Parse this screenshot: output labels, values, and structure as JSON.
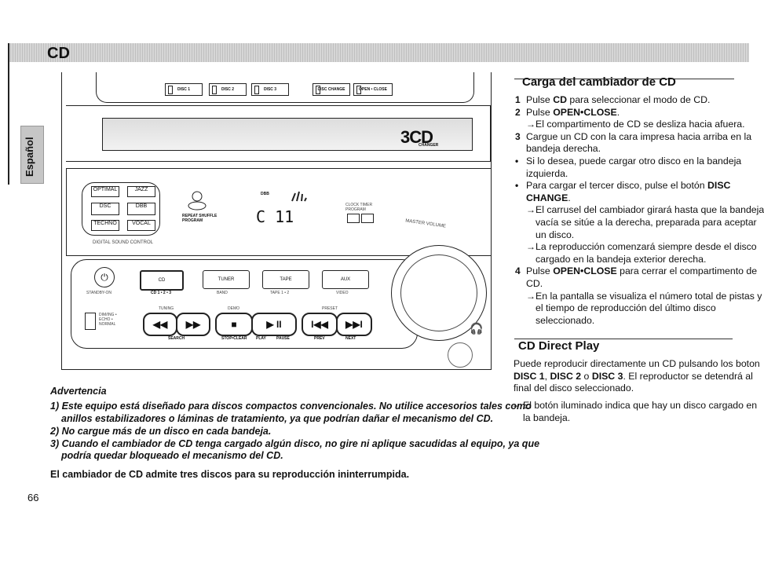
{
  "header": {
    "title": "CD",
    "language_tab": "Español"
  },
  "device": {
    "top_buttons": [
      "DISC 1",
      "DISC 2",
      "DISC 3",
      "DISC CHANGE",
      "OPEN • CLOSE"
    ],
    "logo": "3CD",
    "logo_sub": "CHANGER",
    "dsc_buttons": [
      "OPTIMAL",
      "JAZZ",
      "DSC",
      "DBB",
      "TECHNO",
      "VOCAL"
    ],
    "dsc_caption": "DIGITAL SOUND CONTROL",
    "repeat_label": "REPEAT SHUFFLE PROGRAM",
    "dbb_label": "DBB",
    "display_text": "C 11",
    "clock_label": "CLOCK TIMER PROGRAM",
    "volume_label": "MASTER VOLUME",
    "standby_label": "STANDBY-ON",
    "source_buttons": [
      "CD",
      "TUNER",
      "TAPE",
      "AUX"
    ],
    "source_captions": [
      "CD 1 • 2 • 3",
      "BAND",
      "TAPE 1 • 2",
      "VIDEO"
    ],
    "dimmer_label": "DIM/ING • ECHO • NORMAL",
    "transport_icons": [
      "◀◀",
      "▶▶",
      "■",
      "▶ II",
      "I◀◀",
      "▶▶I"
    ],
    "transport_captions": [
      "SEARCH",
      "STOP•CLEAR",
      "PLAY",
      "PAUSE",
      "PREV",
      "NEXT"
    ],
    "small_top": [
      "TUNING",
      "PRESET",
      "DEMO"
    ]
  },
  "warning": {
    "heading": "Advertencia",
    "items": [
      "1) Este equipo está diseñado para discos compactos convencionales. No utilice accesorios tales como",
      "anillos estabilizadores o láminas de tratamiento, ya que podrían dañar el mecanismo del CD.",
      "2) No cargue más de un disco en cada bandeja.",
      "3) Cuando el cambiador de CD tenga cargado algún disco, no gire ni aplique sacudidas al equipo, ya que",
      "podría quedar bloqueado el mecanismo del CD."
    ],
    "footer": "El cambiador de CD admite tres discos para su reproducción ininterrumpida."
  },
  "page_number": "66",
  "section1": {
    "title": "Carga del cambiador de CD",
    "lines": [
      {
        "mark": "1",
        "html": "Pulse <b>CD</b> para seleccionar el modo de CD."
      },
      {
        "mark": "2",
        "html": "Pulse <b>OPEN•CLOSE</b>."
      },
      {
        "mark": "→",
        "indent": true,
        "html": "El compartimento de CD se desliza hacia afuera."
      },
      {
        "mark": "3",
        "html": "Cargue un CD con la cara impresa hacia arriba en la"
      },
      {
        "mark": "",
        "html": "bandeja derecha."
      },
      {
        "mark": "•",
        "html": "Si lo desea, puede cargar otro disco en la bandeja"
      },
      {
        "mark": "",
        "html": "izquierda."
      },
      {
        "mark": "•",
        "html": "Para cargar el tercer disco, pulse el botón <b>DISC</b>"
      },
      {
        "mark": "",
        "html": "<b>CHANGE</b>."
      },
      {
        "mark": "→",
        "indent": true,
        "html": "El carrusel del cambiador girará hasta que la bandeja"
      },
      {
        "mark": "",
        "indent": true,
        "html": "vacía se sitúe a la derecha, preparada para aceptar"
      },
      {
        "mark": "",
        "indent": true,
        "html": "un disco."
      },
      {
        "mark": "→",
        "indent": true,
        "html": "La reproducción comenzará siempre desde el disco"
      },
      {
        "mark": "",
        "indent": true,
        "html": "cargado en la bandeja exterior derecha."
      },
      {
        "mark": "4",
        "html": "Pulse <b>OPEN•CLOSE</b> para cerrar el compartimento de"
      },
      {
        "mark": "",
        "html": "CD."
      },
      {
        "mark": "→",
        "indent": true,
        "html": "En la pantalla se visualiza el número total de pistas y"
      },
      {
        "mark": "",
        "indent": true,
        "html": "el tiempo de reproducción del último disco"
      },
      {
        "mark": "",
        "indent": true,
        "html": "seleccionado."
      }
    ]
  },
  "section2": {
    "title": "CD Direct Play",
    "lines": [
      "Puede reproducir directamente un CD pulsando los boton",
      "<b>DISC 1</b>, <b>DISC 2</b> o <b>DISC 3</b>. El reproductor se detendrá al",
      "final del disco seleccionado."
    ],
    "note_mark": "–",
    "note": [
      "El botón iluminado indica que hay un disco cargado en",
      "la bandeja."
    ]
  }
}
